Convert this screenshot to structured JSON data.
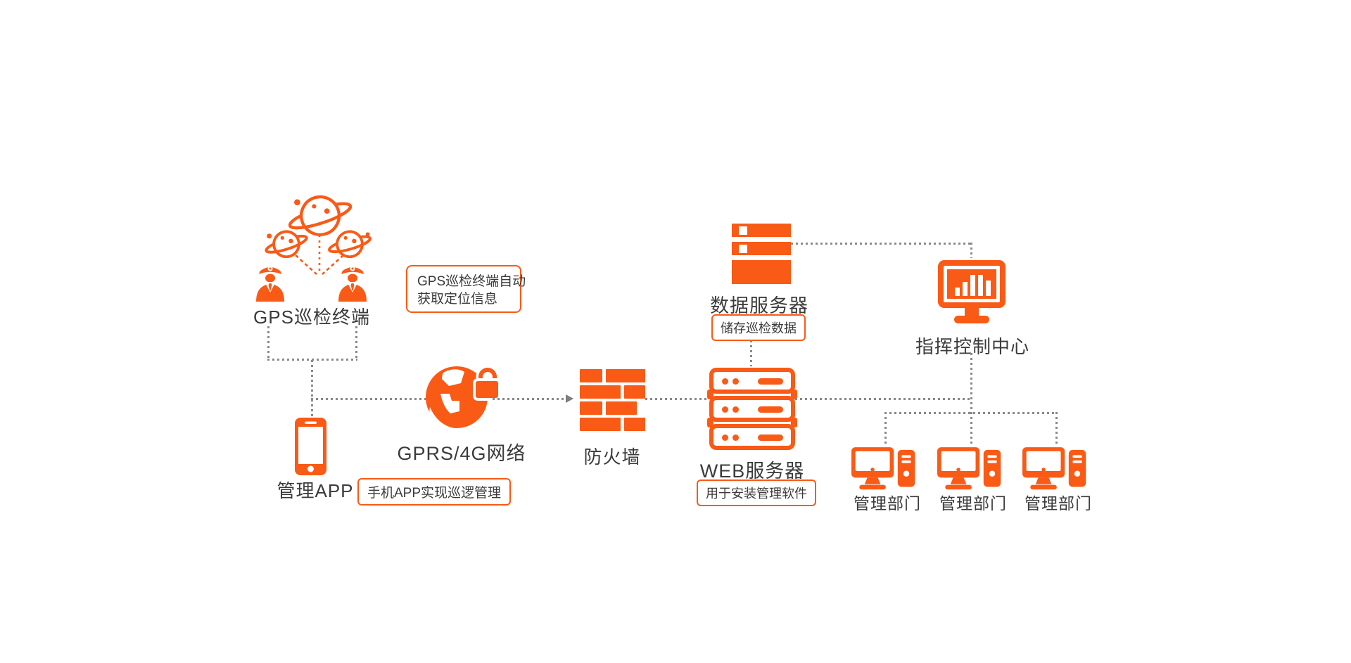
{
  "diagram": {
    "colors": {
      "accent": "#F95A16",
      "line": "#8A8A8A",
      "text": "#3B3B3B",
      "background": "#FFFFFF"
    },
    "gps_terminal": {
      "label": "GPS巡检终端"
    },
    "gps_note": {
      "line1": "GPS巡检终端自动",
      "line2": "获取定位信息"
    },
    "management_app": {
      "label": "管理APP",
      "note": "手机APP实现巡逻管理"
    },
    "network": {
      "label": "GPRS/4G网络"
    },
    "firewall": {
      "label": "防火墙"
    },
    "web_server": {
      "label": "WEB服务器",
      "note": "用于安装管理软件"
    },
    "data_server": {
      "label": "数据服务器",
      "note": "储存巡检数据"
    },
    "command_center": {
      "label": "指挥控制中心"
    },
    "departments": [
      {
        "label": "管理部门"
      },
      {
        "label": "管理部门"
      },
      {
        "label": "管理部门"
      }
    ]
  }
}
